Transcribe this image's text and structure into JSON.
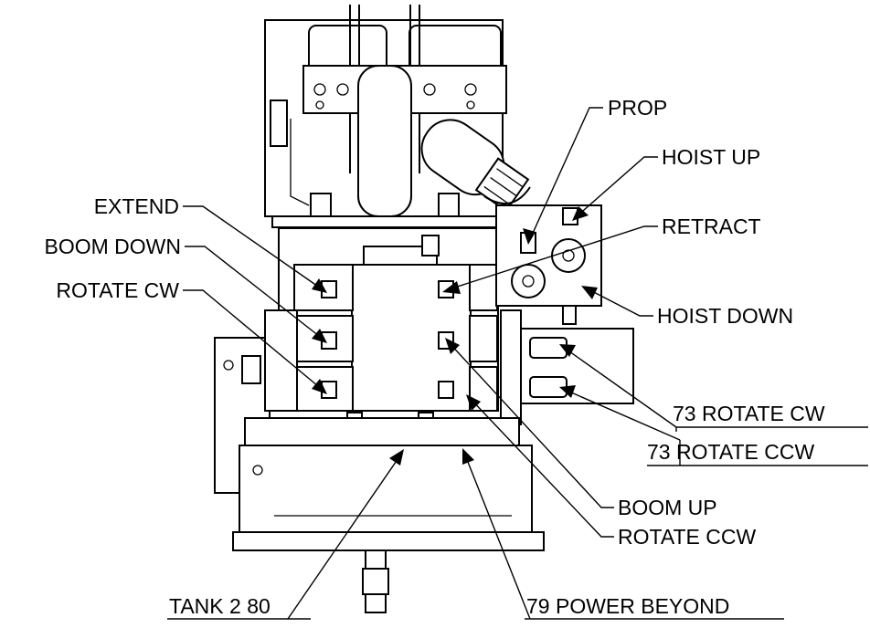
{
  "labels": {
    "prop": "PROP",
    "hoist_up": "HOIST UP",
    "retract": "RETRACT",
    "hoist_down": "HOIST DOWN",
    "extend": "EXTEND",
    "boom_down": "BOOM DOWN",
    "rotate_cw": "ROTATE CW",
    "rotate_cw_73": "73 ROTATE CW",
    "rotate_ccw_73": "73 ROTATE CCW",
    "boom_up": "BOOM UP",
    "rotate_ccw": "ROTATE CCW",
    "tank_2_80": "TANK 2 80",
    "power_beyond_79": "79 POWER BEYOND"
  }
}
